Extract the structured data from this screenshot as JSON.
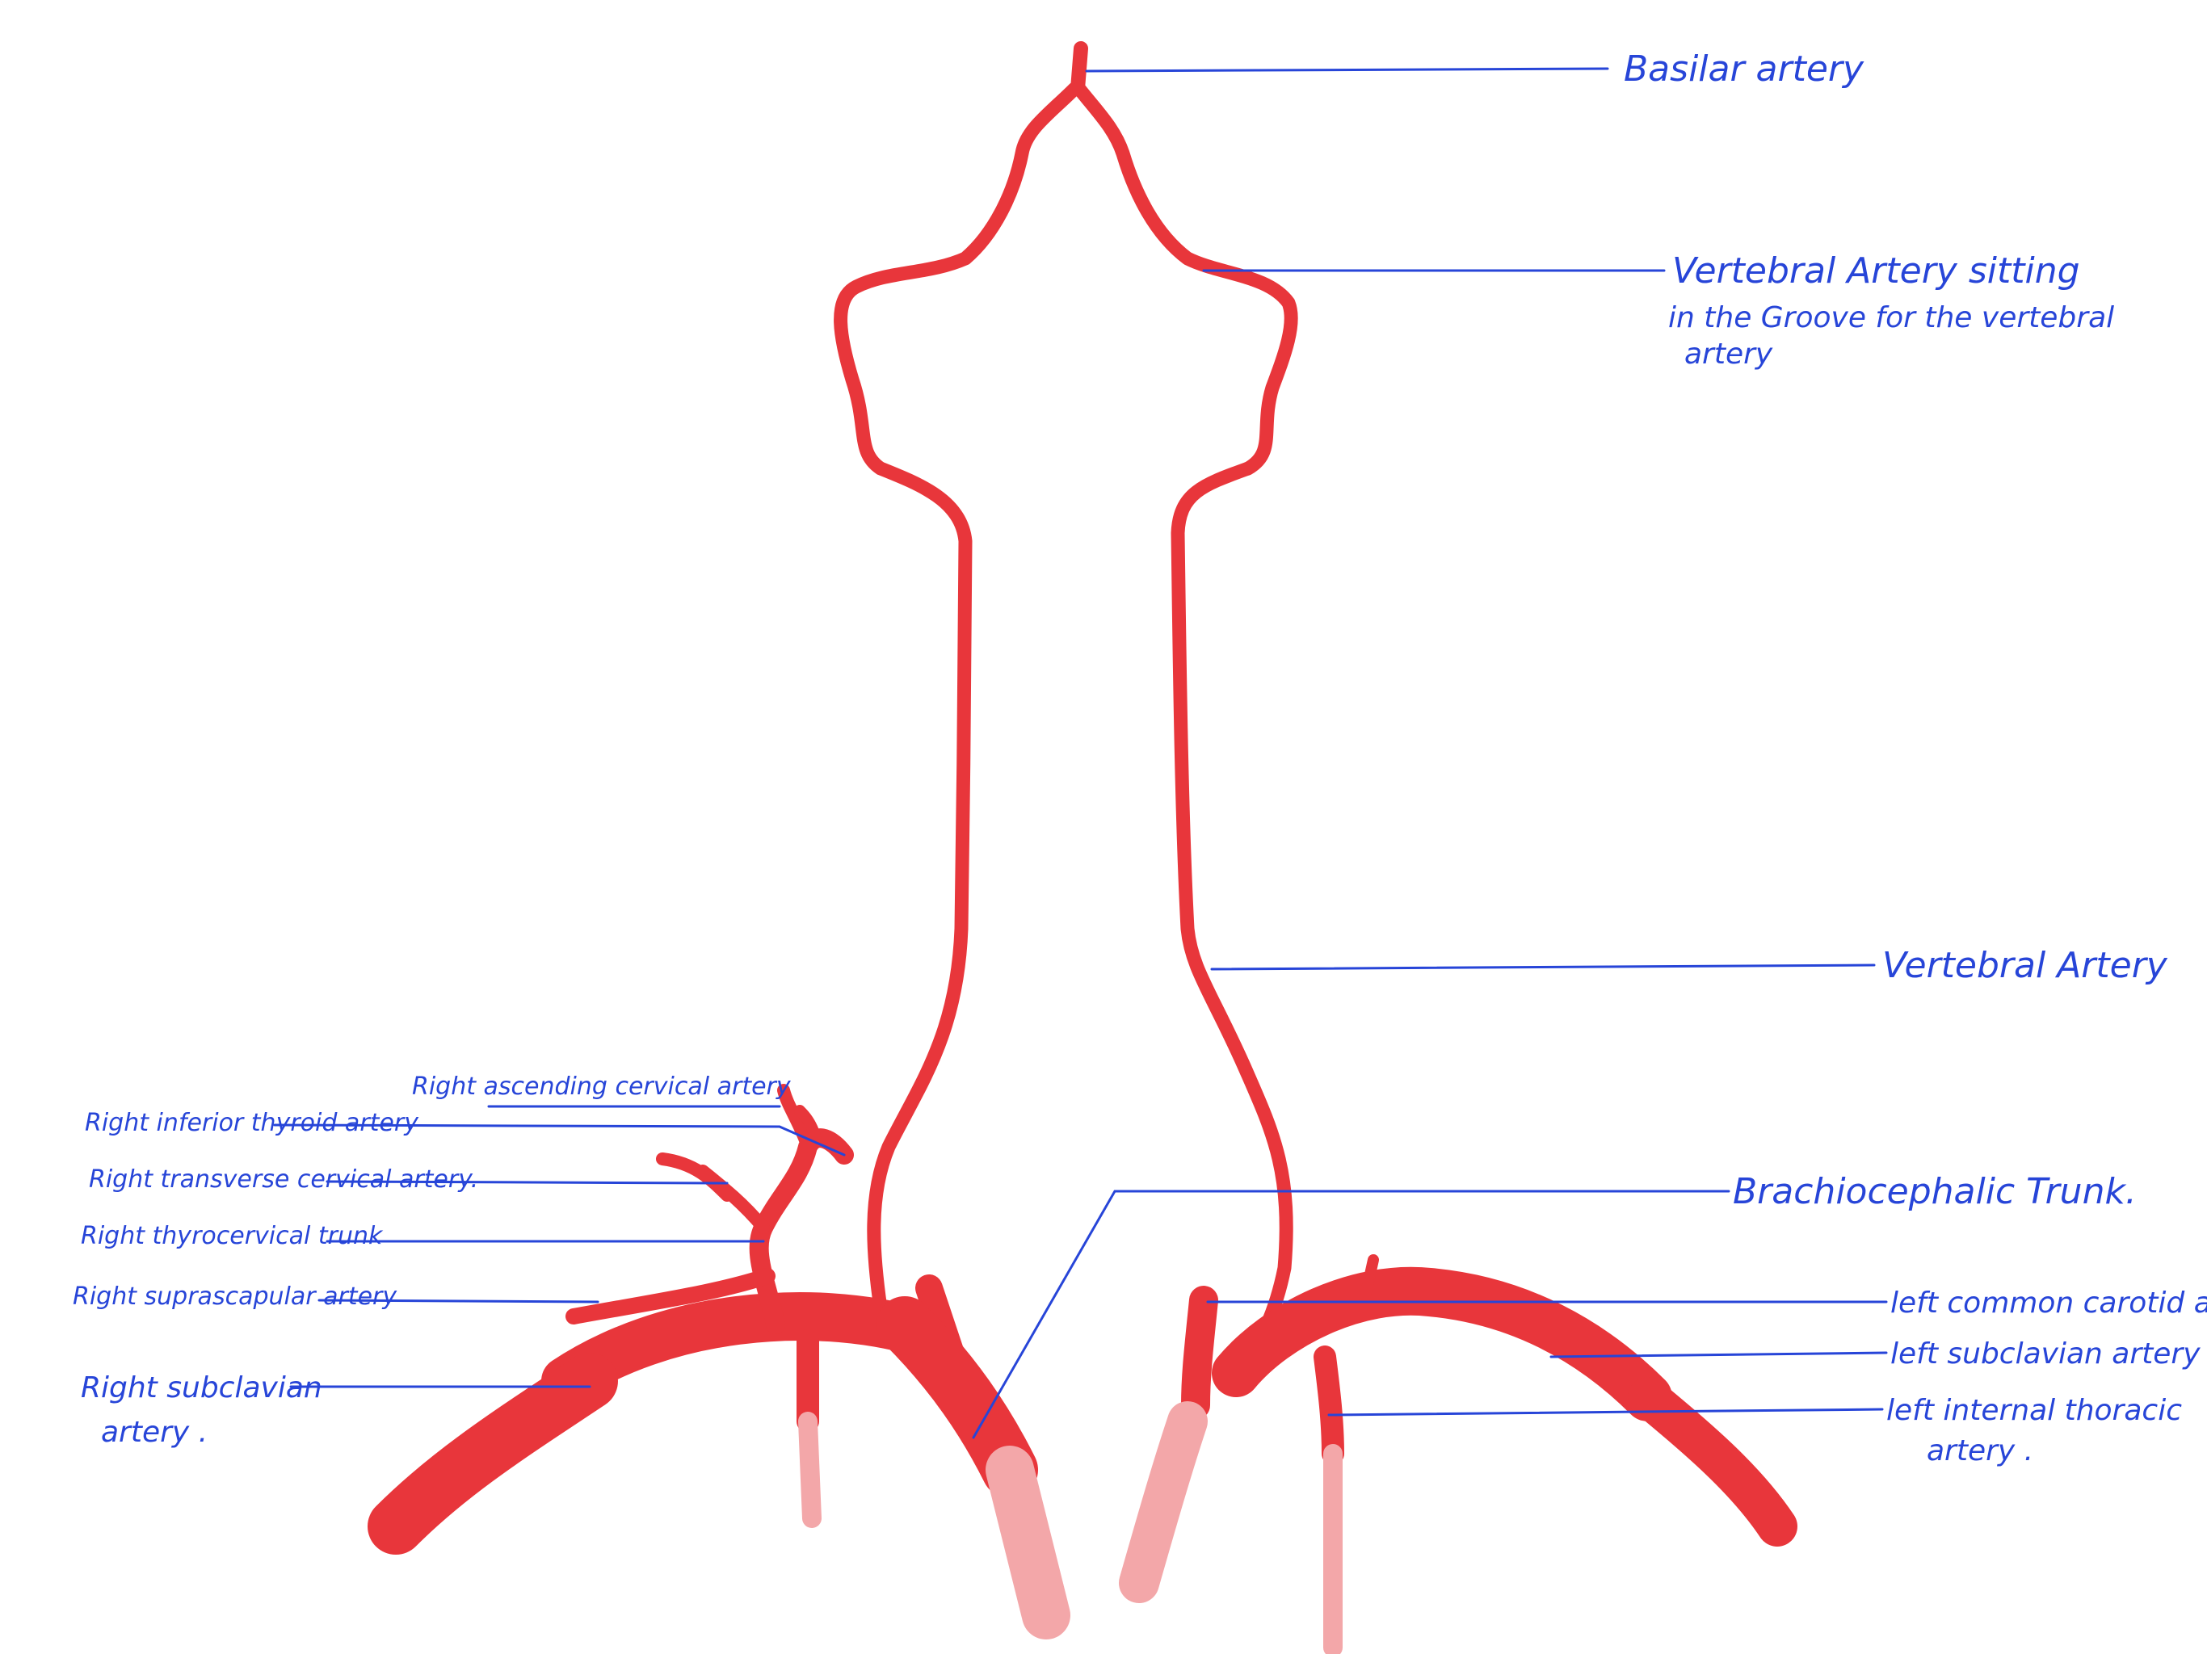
{
  "labels": {
    "basilar": "Basilar artery",
    "vertebral_groove_1": "Vertebral Artery sitting",
    "vertebral_groove_2": "in the Groove for the vertebral",
    "vertebral_groove_3": "artery",
    "vertebral": "Vertebral Artery",
    "brachiocephalic": "Brachiocephalic Trunk.",
    "left_common_carotid": "left common carotid artery",
    "left_subclavian": "left subclavian artery",
    "left_internal_thoracic_1": "left internal thoracic",
    "left_internal_thoracic_2": "artery .",
    "right_ascending_cervical": "Right ascending cervical artery",
    "right_inferior_thyroid": "Right inferior thyroid artery",
    "right_transverse_cervical": "Right transverse cervical artery.",
    "right_thyrocervical": "Right thyrocervical trunk",
    "right_suprascapular": "Right suprascapular artery",
    "right_subclavian_1": "Right subclavian",
    "right_subclavian_2": "artery ."
  },
  "colors": {
    "artery": "#e8363b",
    "artery_faded": "#f3a7a9",
    "label": "#2745d8"
  }
}
